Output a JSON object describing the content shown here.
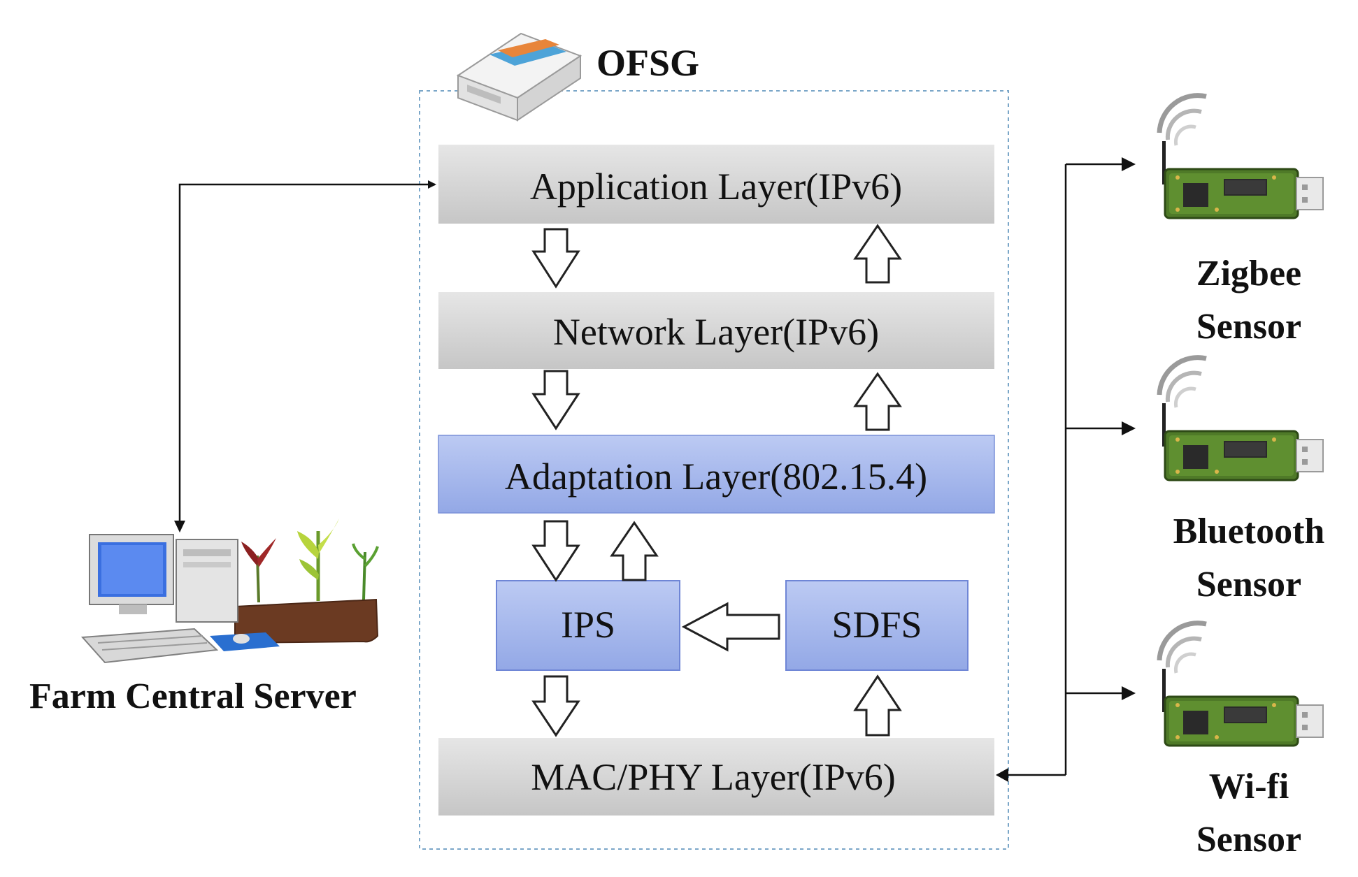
{
  "gateway": {
    "title": "OFSG",
    "layers": {
      "application": "Application Layer(IPv6)",
      "network": "Network Layer(IPv6)",
      "adaptation": "Adaptation Layer(802.15.4)",
      "ips": "IPS",
      "sdfs": "SDFS",
      "mac_phy": "MAC/PHY Layer(IPv6)"
    }
  },
  "server": {
    "label": "Farm Central Server"
  },
  "sensors": [
    {
      "line1": "Zigbee",
      "line2": "Sensor"
    },
    {
      "line1": "Bluetooth",
      "line2": "Sensor"
    },
    {
      "line1": "Wi-fi",
      "line2": "Sensor"
    }
  ],
  "colors": {
    "gray_layer": "#d4d4d4",
    "blue_layer": "#a9b9ec",
    "blue_border": "#6f86d6",
    "border_dashed": "#7aa6c8",
    "sensor_board": "#4f7a28"
  }
}
